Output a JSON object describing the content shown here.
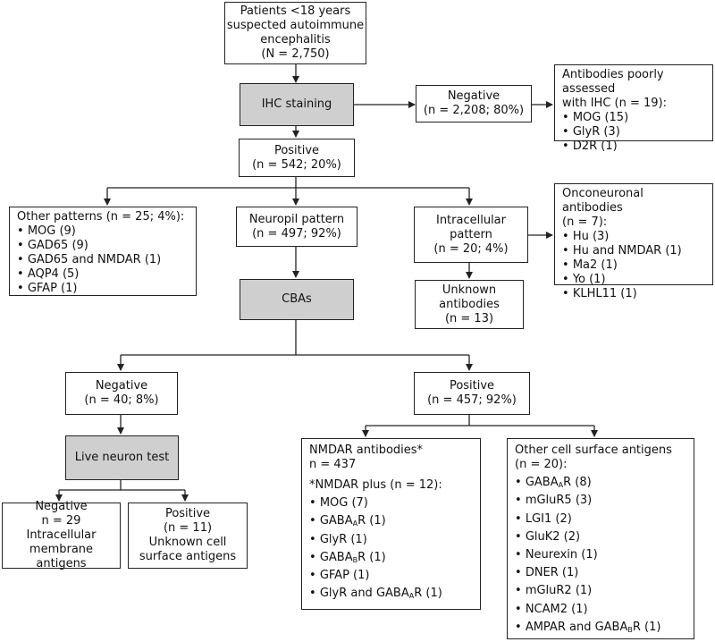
{
  "root": [
    "Patients <18 years",
    "suspected autoimmune",
    "encephalitis",
    "(N = 2,750)"
  ],
  "ihc": "IHC staining",
  "ihc_negative": [
    "Negative",
    "(n = 2,208; 80%)"
  ],
  "poorly_assessed": {
    "title": [
      "Antibodies poorly assessed",
      "with IHC (n = 19):"
    ],
    "items": [
      "MOG (15)",
      "GlyR (3)",
      "D2R (1)"
    ]
  },
  "ihc_positive": [
    "Positive",
    "(n = 542; 20%)"
  ],
  "other_patterns": {
    "title": "Other patterns (n = 25; 4%):",
    "items": [
      "MOG (9)",
      "GAD65 (9)",
      "GAD65 and NMDAR (1)",
      "AQP4 (5)",
      "GFAP (1)"
    ]
  },
  "neuropil": [
    "Neuropil pattern",
    "(n = 497; 92%)"
  ],
  "intracellular": [
    "Intracellular",
    "pattern",
    "(n = 20; 4%)"
  ],
  "onconeuronal": {
    "title": [
      "Onconeuronal antibodies",
      "(n = 7):"
    ],
    "items": [
      "Hu (3)",
      "Hu and NMDAR (1)",
      "Ma2 (1)",
      "Yo (1)",
      "KLHL11 (1)"
    ]
  },
  "unknown": [
    "Unknown",
    "antibodies",
    "(n = 13)"
  ],
  "cbas": "CBAs",
  "cba_negative": [
    "Negative",
    "(n = 40; 8%)"
  ],
  "cba_positive": [
    "Positive",
    "(n = 457; 92%)"
  ],
  "live_neuron": "Live neuron test",
  "ln_negative": [
    "Negative",
    "n = 29",
    "Intracellular",
    "membrane antigens"
  ],
  "ln_positive": [
    "Positive",
    "(n = 11)",
    "Unknown cell",
    "surface antigens"
  ],
  "nmdar": {
    "title": [
      "NMDAR antibodies*",
      "n = 437"
    ],
    "plus_title": "*NMDAR plus (n = 12):",
    "items": [
      {
        "main": "MOG (7)"
      },
      {
        "main": "GABA",
        "sub": "A",
        "rest": "R (1)"
      },
      {
        "main": "GlyR (1)"
      },
      {
        "main": "GABA",
        "sub": "B",
        "rest": "R (1)"
      },
      {
        "main": "GFAP (1)"
      },
      {
        "main": "GlyR and GABA",
        "sub": "A",
        "rest": "R (1)"
      }
    ]
  },
  "other_surface": {
    "title": [
      "Other cell surface antigens",
      "(n = 20):"
    ],
    "items": [
      {
        "main": "GABA",
        "sub": "A",
        "rest": "R (8)"
      },
      {
        "main": "mGluR5 (3)"
      },
      {
        "main": "LGI1 (2)"
      },
      {
        "main": "GluK2 (2)"
      },
      {
        "main": "Neurexin (1)"
      },
      {
        "main": "DNER (1)"
      },
      {
        "main": "mGluR2 (1)"
      },
      {
        "main": "NCAM2 (1)"
      },
      {
        "main": "AMPAR and GABA",
        "sub": "B",
        "rest": "R (1)"
      }
    ]
  },
  "colors": {
    "border": "#222222",
    "shaded_fill": "#cfcfcf",
    "background": "#ffffff"
  }
}
